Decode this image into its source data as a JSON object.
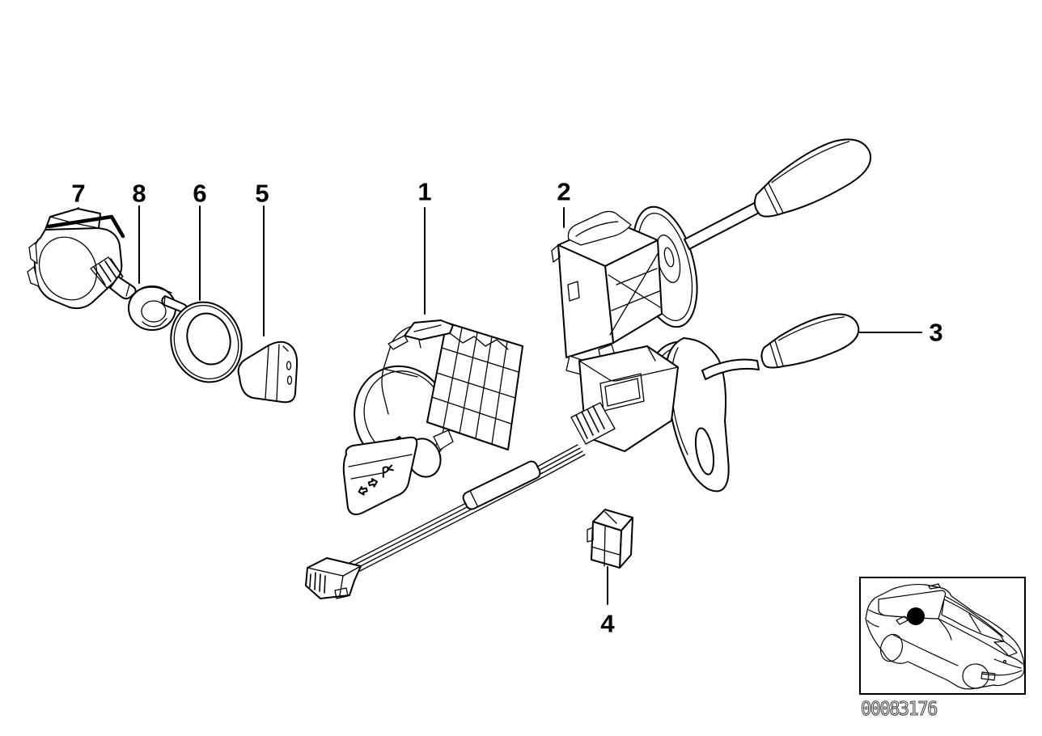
{
  "page": {
    "background_color": "#ffffff",
    "line_color": "#000000"
  },
  "callouts": [
    {
      "label": "1"
    },
    {
      "label": "2"
    },
    {
      "label": "3"
    },
    {
      "label": "4"
    },
    {
      "label": "5"
    },
    {
      "label": "6"
    },
    {
      "label": "7"
    },
    {
      "label": "8"
    }
  ],
  "icons": {
    "turn_indicator_symbol": "⇄",
    "headlight_flasher_symbol": "P<",
    "location_marker_dot": "●"
  },
  "inset": {
    "diagram_number": "00083176"
  }
}
